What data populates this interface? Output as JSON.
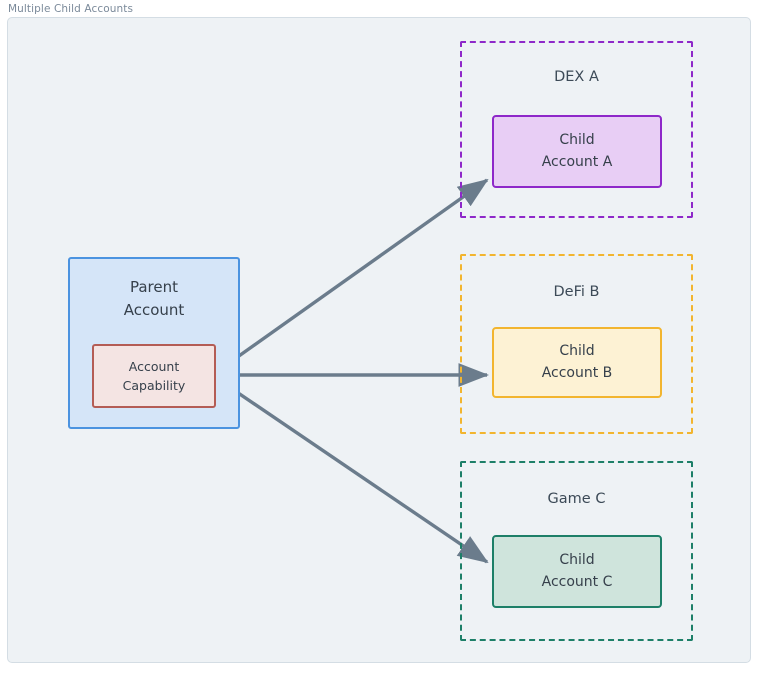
{
  "frame": {
    "title": "Multiple Child Accounts"
  },
  "nodes": {
    "parent_account": {
      "line1": "Parent",
      "line2": "Account"
    },
    "account_capability": {
      "line1": "Account",
      "line2": "Capability"
    },
    "child_a": {
      "line1": "Child",
      "line2": "Account A"
    },
    "child_b": {
      "line1": "Child",
      "line2": "Account B"
    },
    "child_c": {
      "line1": "Child",
      "line2": "Account C"
    }
  },
  "clusters": [
    {
      "id": "dex-a",
      "label": "DEX A",
      "color": "#8e28c9",
      "style": "dashed"
    },
    {
      "id": "defi-b",
      "label": "DeFi B",
      "color": "#f2b52f",
      "style": "dashed"
    },
    {
      "id": "game-c",
      "label": "Game C",
      "color": "#1d7f68",
      "style": "dashed"
    }
  ],
  "edges": [
    {
      "id": "capability-to-child-a",
      "from": "account_capability",
      "to": "child_a"
    },
    {
      "id": "capability-to-child-b",
      "from": "account_capability",
      "to": "child_b"
    },
    {
      "id": "capability-to-child-c",
      "from": "account_capability",
      "to": "child_c"
    }
  ],
  "colors": {
    "canvas_background": "#eef2f5",
    "frame_border": "#d4dde4",
    "frame_title_text": "#7b8a9a",
    "node_text": "#36404b",
    "edge": "#6b7c8c",
    "parent_fill": "#d5e5f8",
    "parent_border": "#4b93e0",
    "capability_fill": "#f4e4e3",
    "capability_border": "#b45c55",
    "child_a_fill": "#e8cef5",
    "child_a_border": "#8e28c9",
    "child_b_fill": "#fdf2d4",
    "child_b_border": "#f2b52f",
    "child_c_fill": "#cfe4dc",
    "child_c_border": "#1d7f68"
  }
}
